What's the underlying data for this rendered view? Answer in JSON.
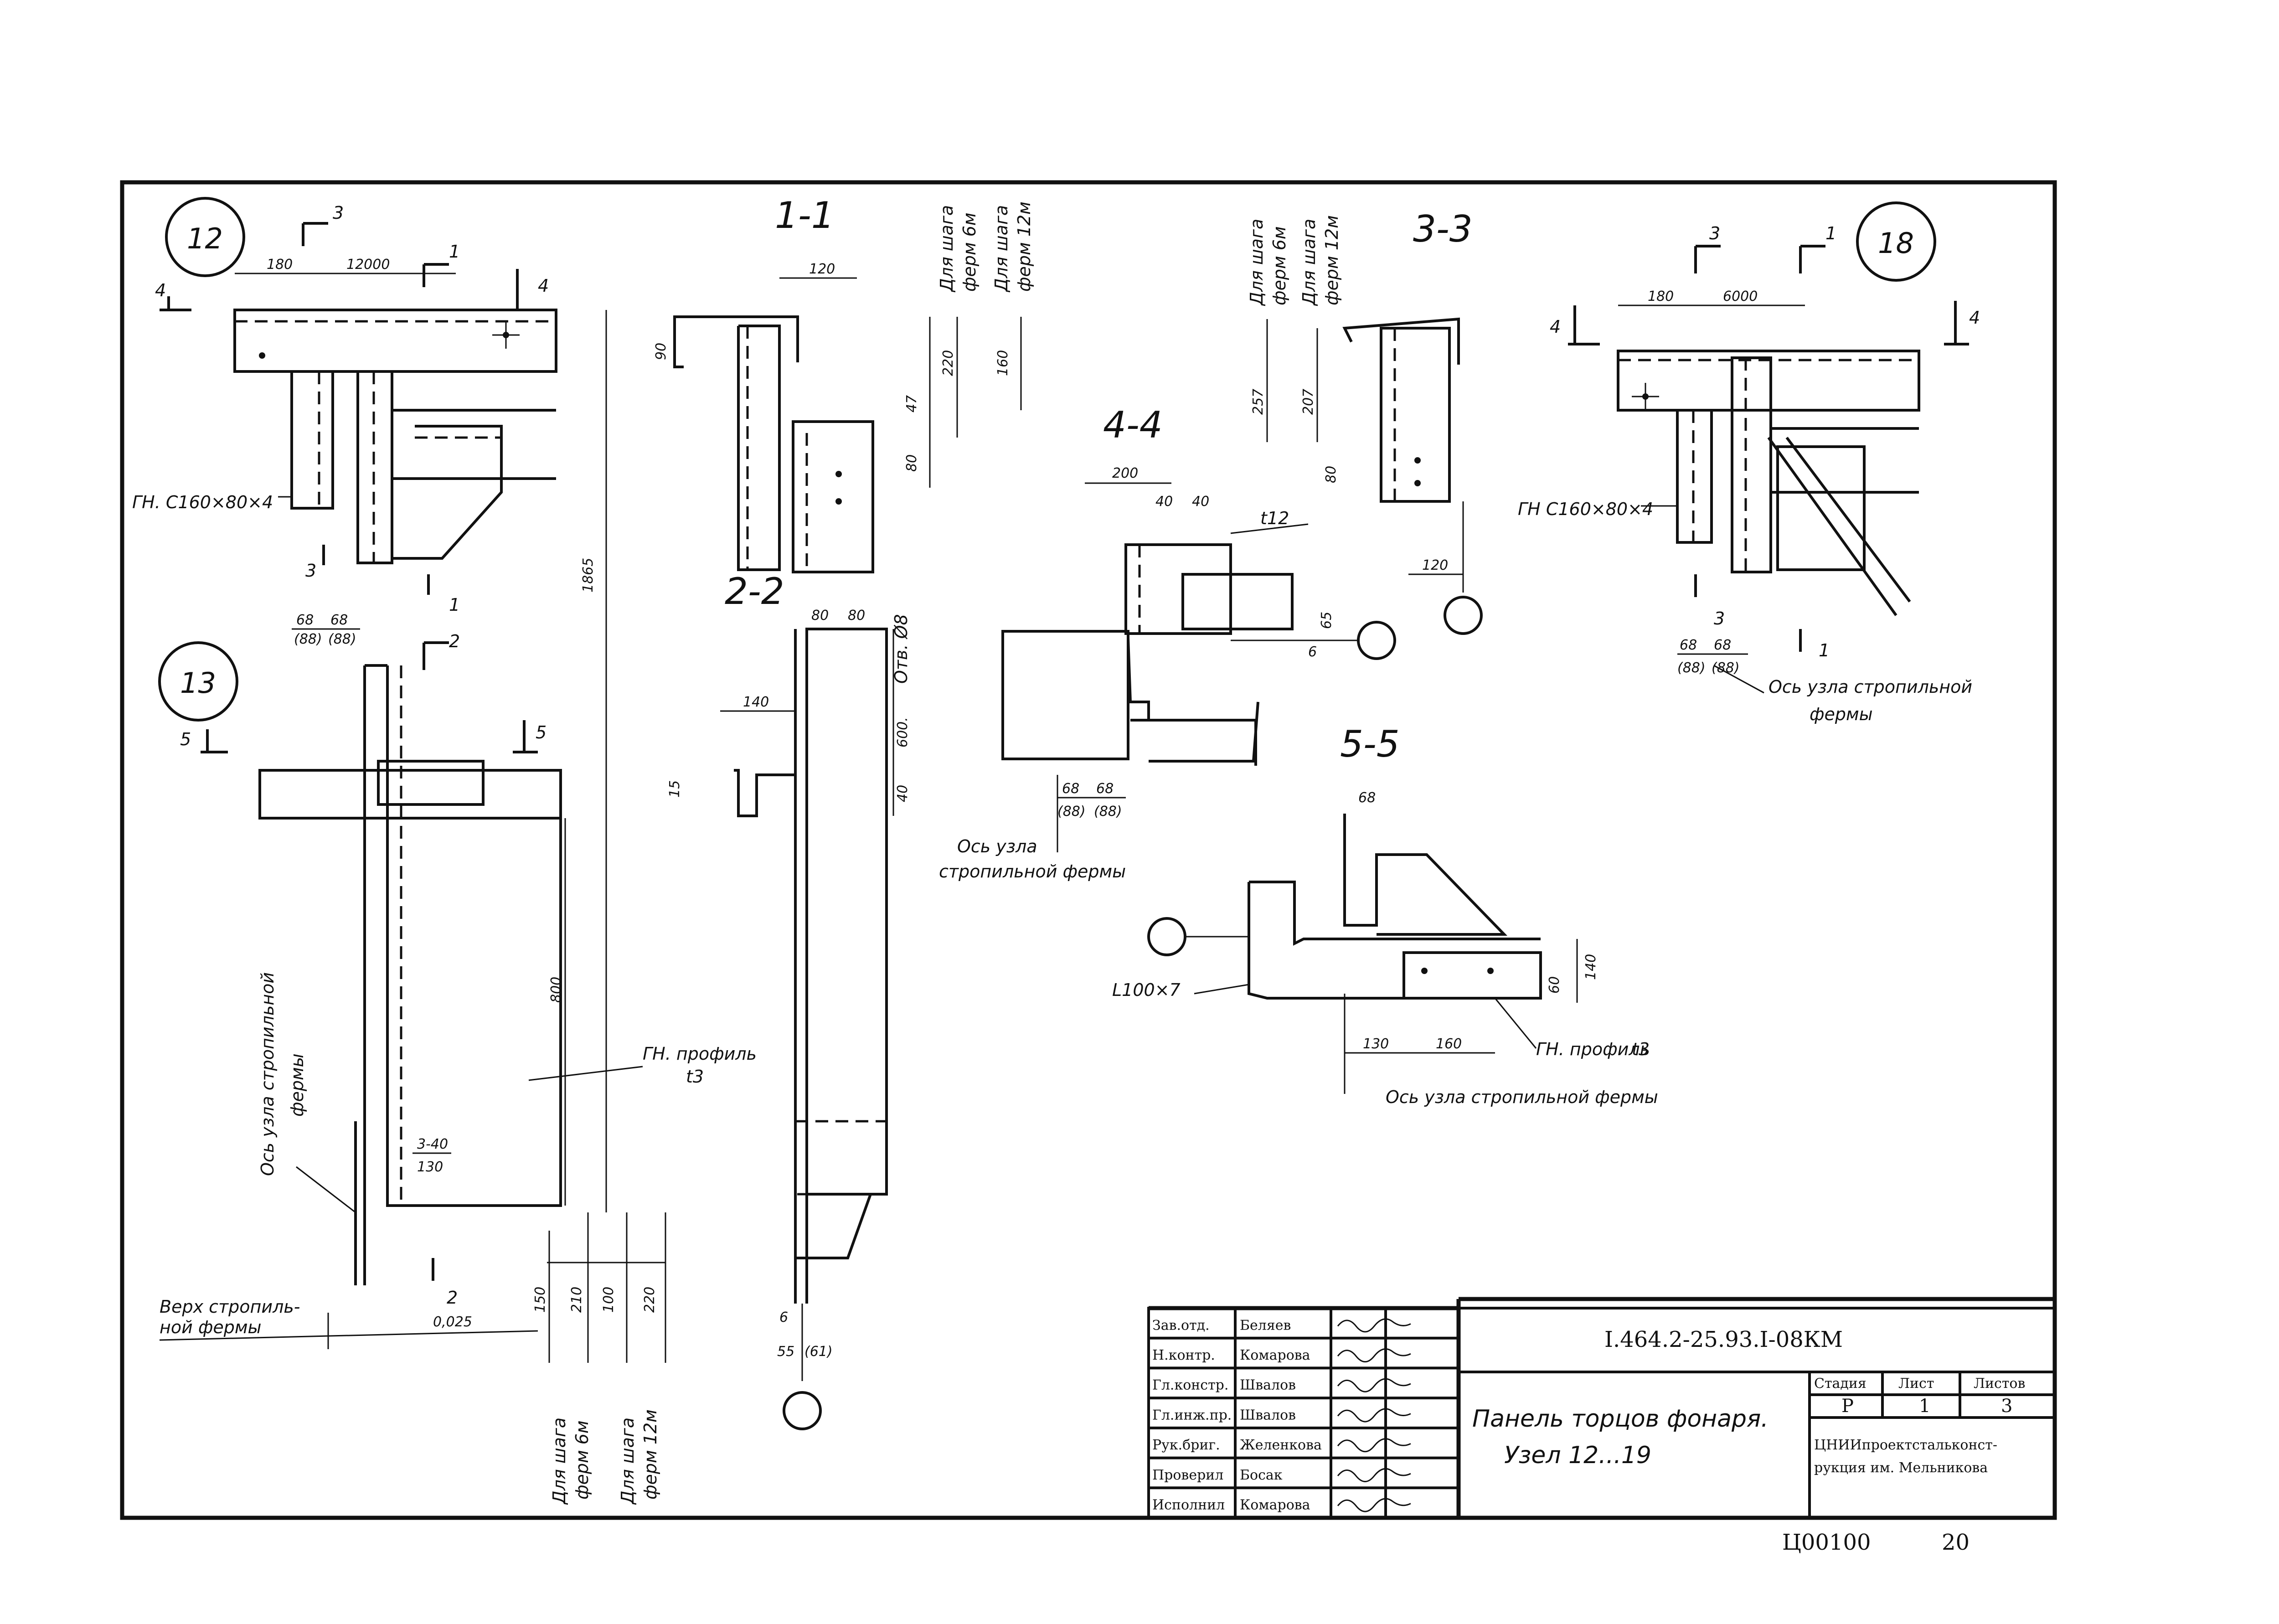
{
  "nodes": {
    "n12": "12",
    "n13": "13",
    "n18": "18"
  },
  "sections": {
    "s11": "1-1",
    "s22": "2-2",
    "s33": "3-3",
    "s44": "4-4",
    "s55": "5-5",
    "cut1": "1",
    "cut2": "2",
    "cut3": "3",
    "cut4": "4",
    "cut5": "5"
  },
  "dims": {
    "d180": "180",
    "d12000": "12000",
    "d6000": "6000",
    "d68": "68",
    "d88": "(88)",
    "d1865": "1865",
    "d800": "800",
    "d3_40": "3-40",
    "d130": "130",
    "d150": "150",
    "d210": "210",
    "d100": "100",
    "d220": "220",
    "d120": "120",
    "d90": "90",
    "d160": "160",
    "d47": "47",
    "d80": "80",
    "d140": "140",
    "d15": "15",
    "d600": "600.",
    "d40": "40",
    "d6": "6",
    "d55": "55",
    "d61": "(61)",
    "d200": "200",
    "d65": "65",
    "d257": "257",
    "d207": "207",
    "d60": "60",
    "d0025": "0,025"
  },
  "labels": {
    "gn_c160": "ГН. С160×80×4",
    "gn_c160_r": "ГН С160×80×4",
    "gn_profile": "ГН. профиль",
    "t3": "t3",
    "t12": "t12",
    "otv": "Отв. Ø8",
    "l100": "L100×7",
    "verkh_1": "Верх стропиль-",
    "verkh_2": "ной фермы",
    "axis_vert_1": "Ось узла стропильной",
    "axis_vert_2": "фермы",
    "axis_node_1": "Ось узла",
    "axis_node_2": "стропильной фермы",
    "axis_node_line": "Ось узла стропильной фермы",
    "axis_r_1": "Ось узла стропильной",
    "axis_r_2": "фермы",
    "step6_1": "Для шага",
    "step6_2": "ферм 6м",
    "step12_1": "Для шага",
    "step12_2": "ферм 12м"
  },
  "title_block": {
    "rows": [
      {
        "role": "Зав.отд.",
        "name": "Беляев"
      },
      {
        "role": "Н.контр.",
        "name": "Комарова"
      },
      {
        "role": "Гл.констр.",
        "name": "Швалов"
      },
      {
        "role": "Гл.инж.пр.",
        "name": "Швалов"
      },
      {
        "role": "Рук.бриг.",
        "name": "Желенкова"
      },
      {
        "role": "Проверил",
        "name": "Босак"
      },
      {
        "role": "Исполнил",
        "name": "Комарова"
      }
    ],
    "code": "I.464.2-25.93.I-08КМ",
    "title_1": "Панель торцов фонаря.",
    "title_2": "Узел 12...19",
    "stage_h": "Стадия",
    "sheet_h": "Лист",
    "sheets_h": "Листов",
    "stage": "Р",
    "sheet": "1",
    "sheets": "3",
    "org_1": "ЦНИИпроектстальконст-",
    "org_2": "рукция им. Мельникова"
  },
  "footer": {
    "archive": "Ц00100",
    "page": "20"
  }
}
